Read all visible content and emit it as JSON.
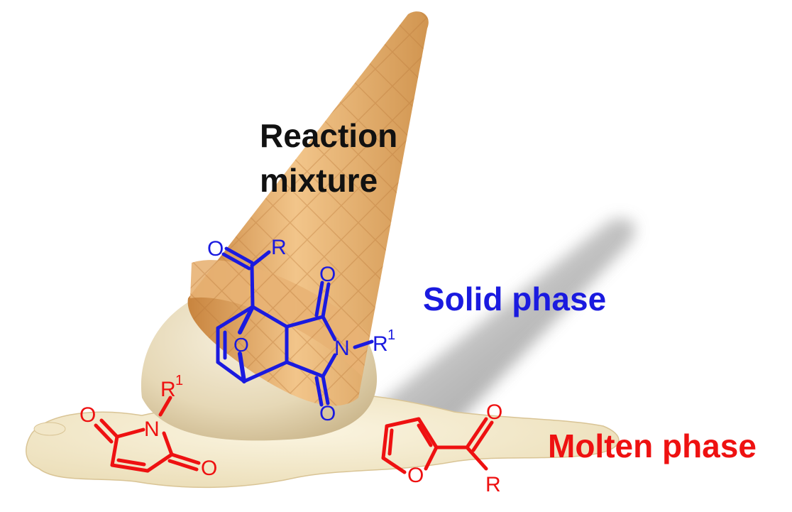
{
  "labels": {
    "reaction_line1": "Reaction",
    "reaction_line2": "mixture",
    "solid_phase": "Solid phase",
    "molten_phase": "Molten phase"
  },
  "colors": {
    "solid": "#1a1adf",
    "molten": "#ee1111",
    "text": "#111111"
  },
  "adduct_atoms": {
    "carbonyl_o": "O",
    "r": "R",
    "imide_o_top": "O",
    "n": "N",
    "r1": "R",
    "r1_sup": "1",
    "bridge_o": "O",
    "imide_o_bottom": "O"
  },
  "maleimide_atoms": {
    "r1": "R",
    "r1_sup": "1",
    "n": "N",
    "o_left": "O",
    "o_right": "O"
  },
  "furan_atoms": {
    "ring_o": "O",
    "carbonyl_o": "O",
    "r": "R"
  }
}
